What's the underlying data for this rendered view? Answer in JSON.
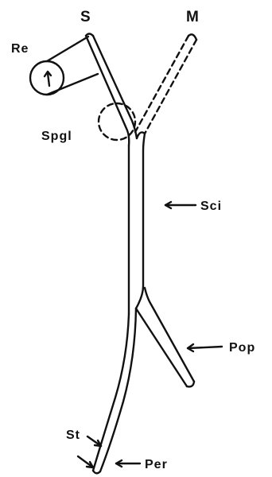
{
  "labels": {
    "s": "S",
    "m": "M",
    "re": "Re",
    "spgl": "Spgl",
    "sci": "Sci",
    "pop": "Pop",
    "st": "St",
    "per": "Per"
  }
}
